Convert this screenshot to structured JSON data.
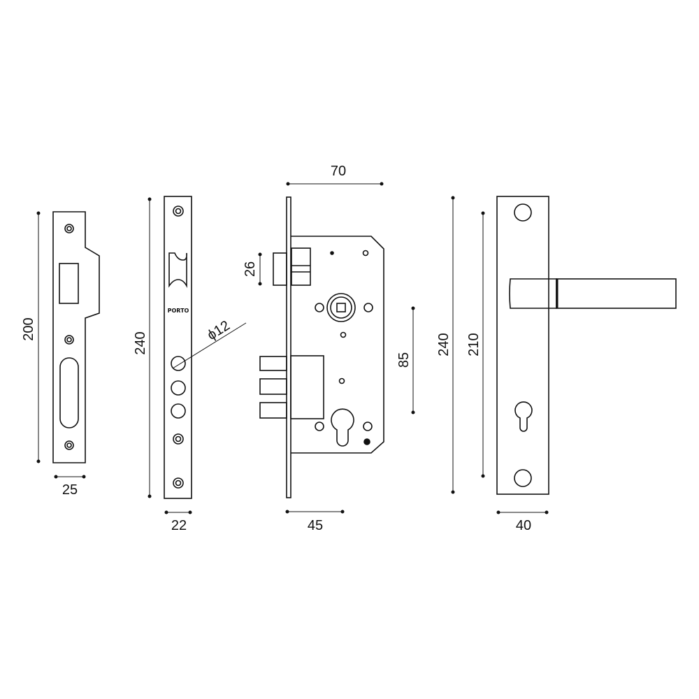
{
  "drawing": {
    "strike_plate": {
      "height_label": "200",
      "width_label": "25"
    },
    "faceplate": {
      "height_label": "240",
      "width_label": "22",
      "hole_diameter_label": "ϕ12",
      "brand_text": "PORTO"
    },
    "lock_body": {
      "backset_label": "70",
      "latch_height_label": "26",
      "center_distance_label": "85",
      "depth_label": "45"
    },
    "handle_plate": {
      "plate_height_label": "240",
      "hole_spacing_label": "210",
      "width_label": "40"
    },
    "colors": {
      "line": "#111111",
      "background": "#ffffff"
    }
  }
}
